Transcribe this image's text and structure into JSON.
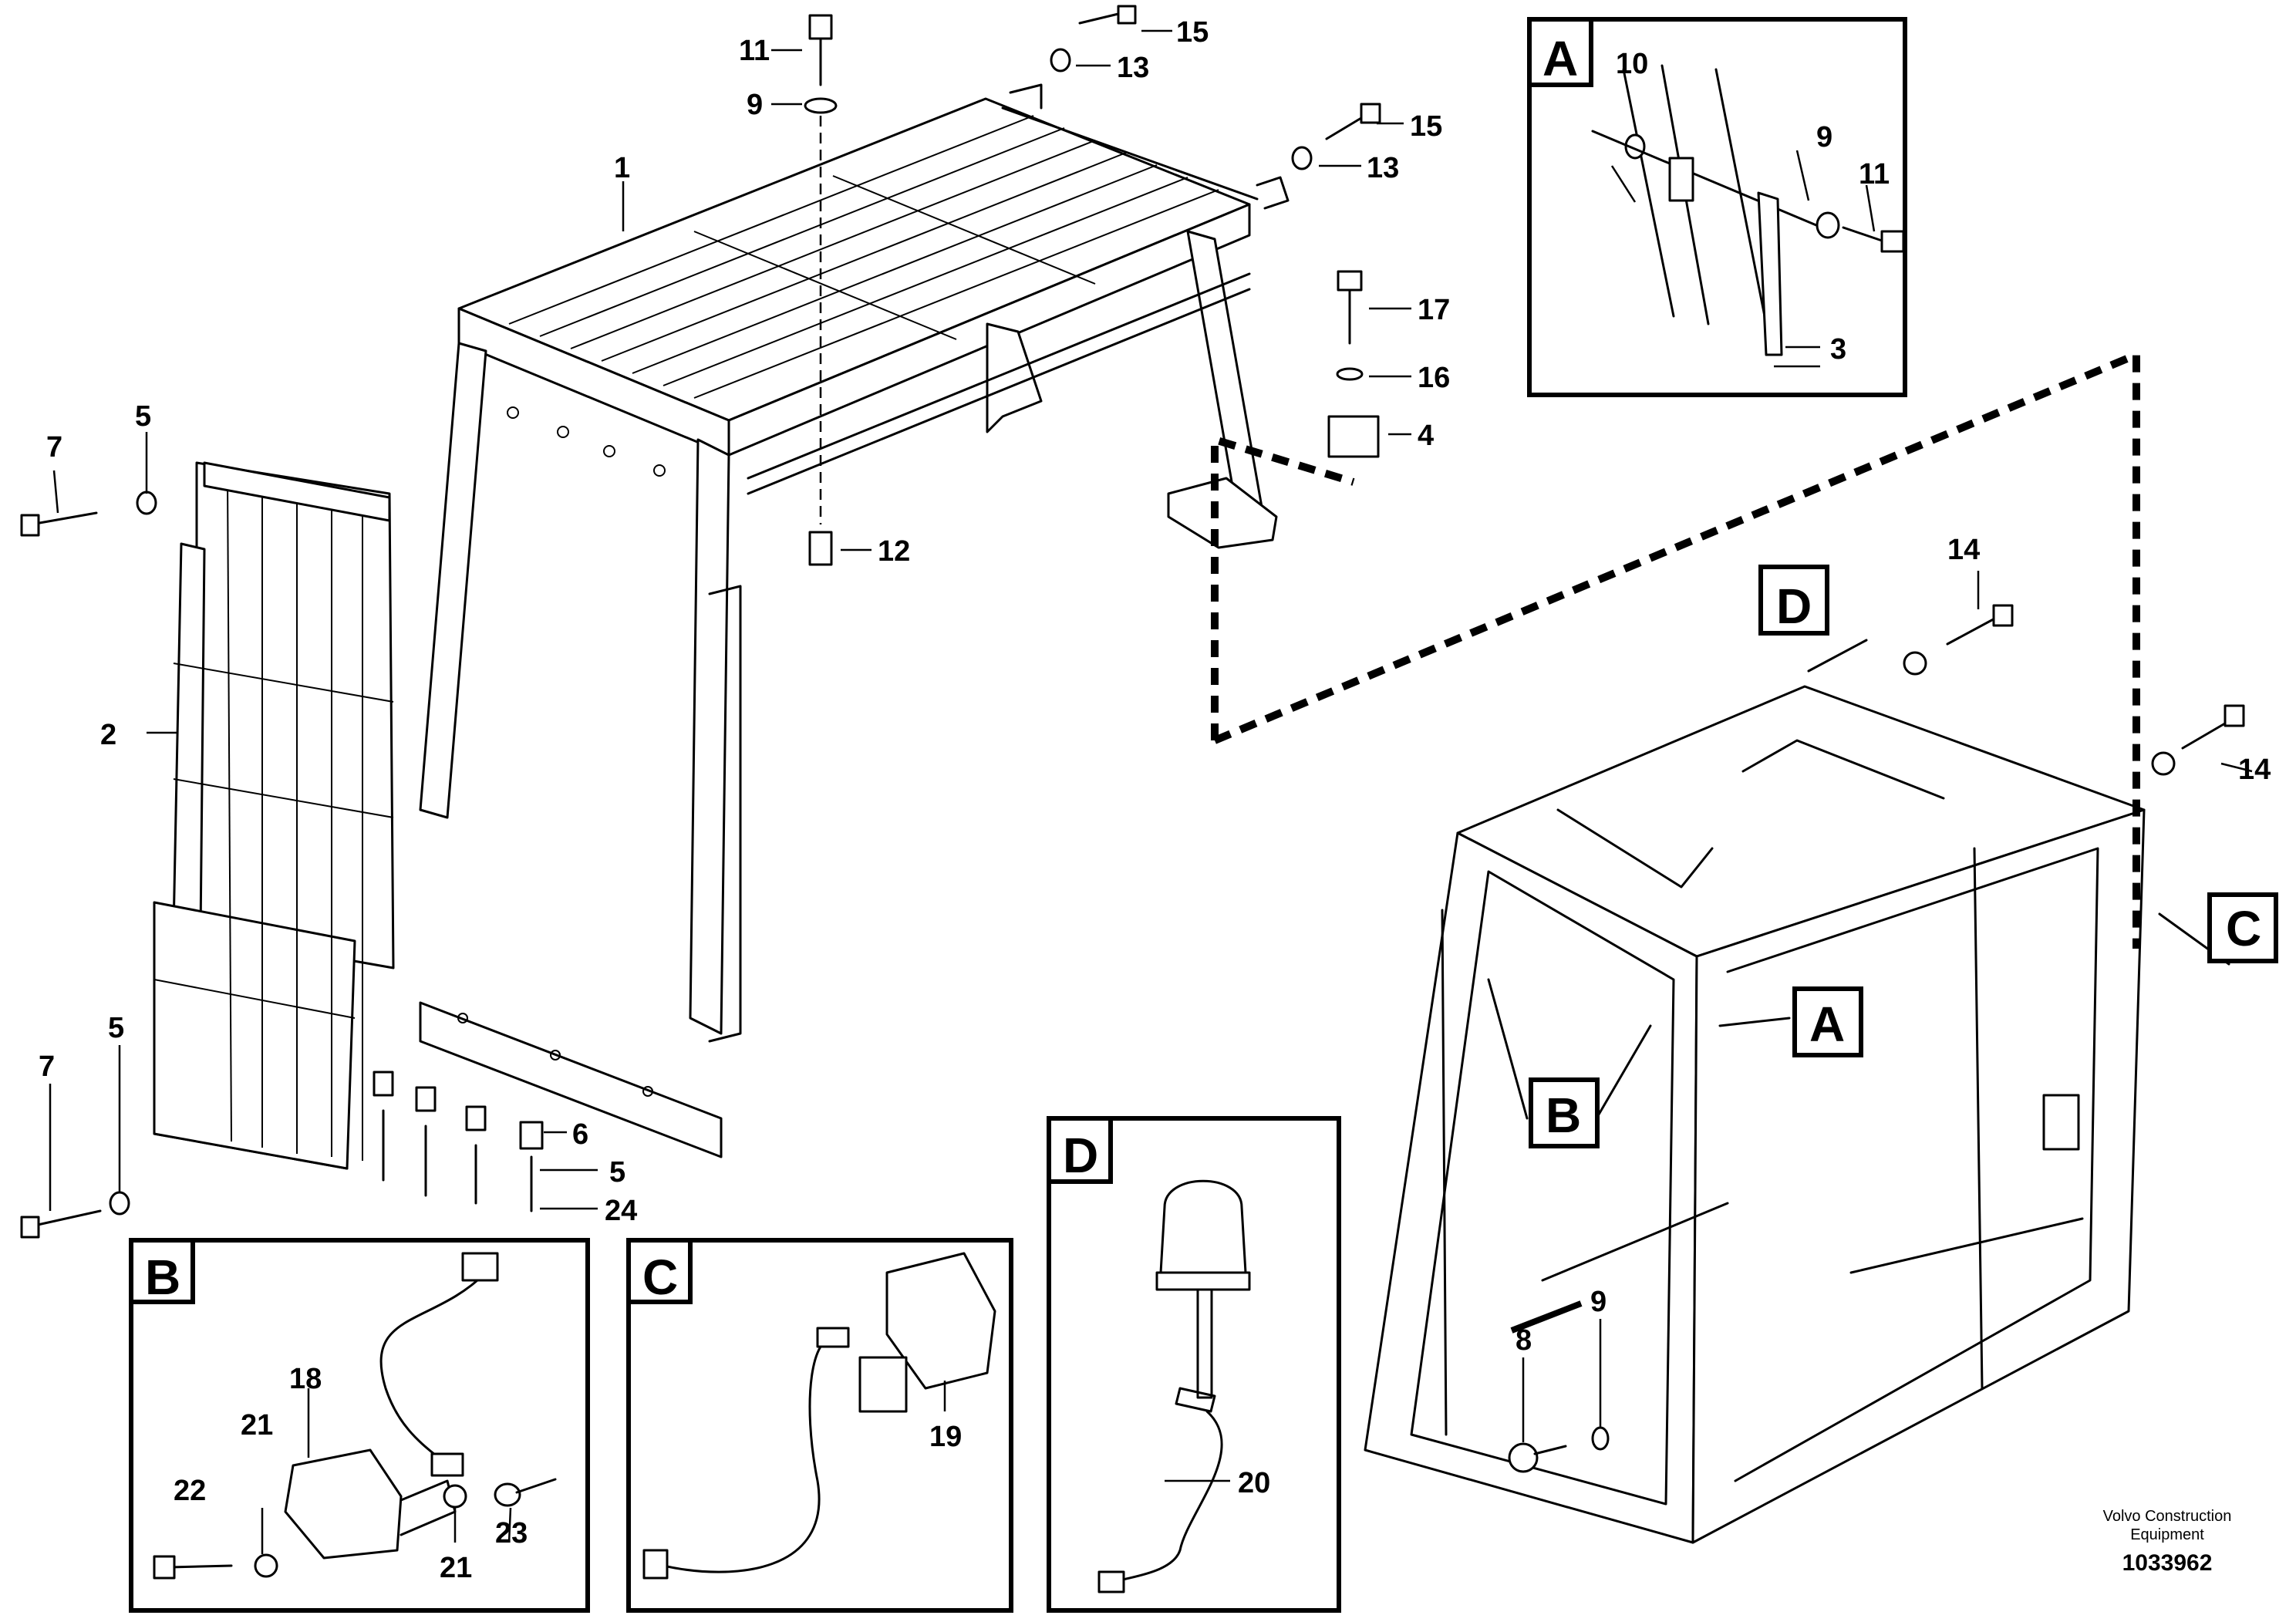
{
  "callouts": {
    "c1": "1",
    "c2": "2",
    "c3": "3",
    "c4": "4",
    "c5a": "5",
    "c5b": "5",
    "c5c": "5",
    "c6": "6",
    "c7a": "7",
    "c7b": "7",
    "c8": "8",
    "c9a": "9",
    "c9b": "9",
    "c9c": "9",
    "c10": "10",
    "c11a": "11",
    "c11b": "11",
    "c12": "12",
    "c13a": "13",
    "c13b": "13",
    "c14a": "14",
    "c14b": "14",
    "c15a": "15",
    "c15b": "15",
    "c16": "16",
    "c17": "17",
    "c18": "18",
    "c19": "19",
    "c20": "20",
    "c21a": "21",
    "c21b": "21",
    "c22": "22",
    "c23": "23",
    "c24": "24"
  },
  "detail_labels": {
    "A": "A",
    "B": "B",
    "C": "C",
    "D": "D",
    "A_ref": "A",
    "B_ref": "B",
    "C_ref": "C",
    "D_ref": "D"
  },
  "footer": {
    "brand_line1": "Volvo Construction",
    "brand_line2": "Equipment",
    "drawing_number": "1033962"
  }
}
